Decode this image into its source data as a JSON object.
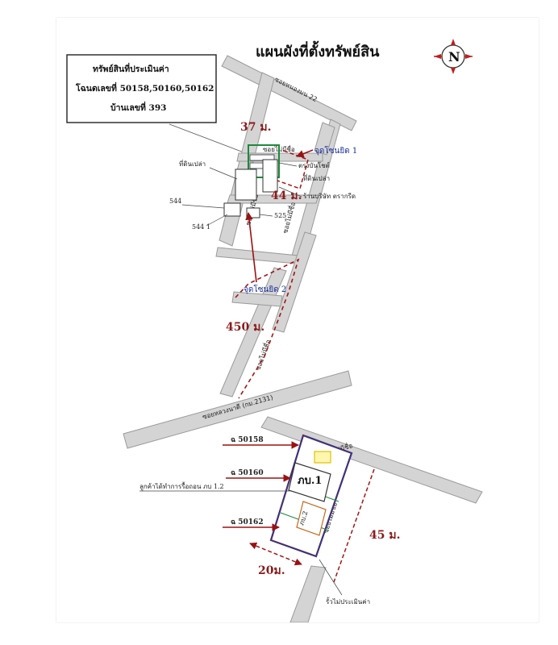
{
  "title": "แผนผังที่ตั้งทรัพย์สิน",
  "compass": {
    "letter": "N",
    "icon": "north-arrow-icon"
  },
  "info_box": {
    "line1": "ทรัพย์สินที่ประเมินค่า",
    "line2": "โฉนดเลขที่ 50158,50160,50162",
    "line3": "บ้านเลขที่ 393"
  },
  "roads": {
    "top_road": "ซอยหนองมน 22",
    "main_road": "ซอยหลวงนาดี (กม.2131)",
    "lane_top": "ซอยไม่มีชื่อ",
    "lane_mid_left": "ซอยไม่มีชื่อ",
    "lane_mid_right": "ซอยไม่มีชื่อ",
    "lane_connector": "ซอยไม่มีชื่อ",
    "lane_bottom_top": "ซอยไม่มีชื่อ",
    "lane_bottom_side": "ซอยไม่มีชื่อ"
  },
  "upper_labels": {
    "dim_37": "37 ม.",
    "dim_44": "44 ม.",
    "dim_450": "450 ม.",
    "view1": "จุดโซนยิด 1",
    "view2": "จุดโซนยิด 2",
    "shop1": "ตรงบันโชต์",
    "rent_left": "ที่ดินเปล่า",
    "rent_right": "ที่ดินเปล่า",
    "store": "ร้านบริษัท ตรากรีด",
    "n544": "544",
    "n544_1": "544 1",
    "n525": "525"
  },
  "lower_labels": {
    "deed1": "ฉ 50158",
    "deed2": "ฉ 50160",
    "deed3": "ฉ 50162",
    "bldg_label": "ลูกค้าได้ทำการรื้อถอน ภบ 1.2",
    "b1": "ภบ.1",
    "b2": "ภบ.2",
    "dim_45": "45 ม.",
    "dim_20": "20ม.",
    "fence": "รั้วไม่ประเมินค่า"
  },
  "colors": {
    "road": "#d4d4d4",
    "road_edge": "#9a9a9a",
    "dash_red": "#a31515",
    "arrow_red": "#9b1111",
    "parcel_blue": "#1f3a9a",
    "parcel_green": "#1c8a3a",
    "yellow": "#e0c200"
  }
}
